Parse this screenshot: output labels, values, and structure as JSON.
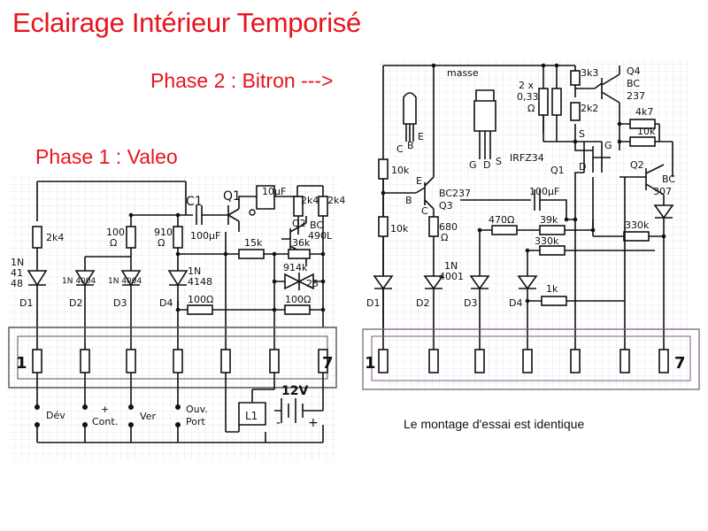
{
  "title": "Eclairage Intérieur Temporisé",
  "phase2": {
    "label": "Phase 2 : Bitron --->",
    "labels": {
      "masse": "masse",
      "r_3k3": "3k3",
      "q4": "Q4",
      "q4_type1": "BC",
      "q4_type2": "237",
      "cap_2x": "2 x",
      "cap_033": "0,33",
      "cap_ohm": "Ω",
      "r_2k2": "2k2",
      "r_4k7": "4k7",
      "r_10k_a": "10k",
      "q2": "Q2",
      "q2_type1": "BC",
      "q2_type2": "307",
      "pin_s": "S",
      "pin_g": "G",
      "pin_d": "D",
      "mosfet": "IRFZ34",
      "q1": "Q1",
      "pkg_g": "G",
      "pkg_d": "D",
      "pkg_s": "S",
      "to92_c": "C",
      "to92_b": "B",
      "to92_e": "E",
      "r_10k_b": "10k",
      "q3_c": "C",
      "q3_b": "B",
      "q3_e": "E",
      "q3_type": "BC237",
      "q3": "Q3",
      "cap_100uf": "100µF",
      "r_10k_c": "10k",
      "r_680": "680",
      "r_680_ohm": "Ω",
      "r_470": "470Ω",
      "r_39k": "39k",
      "r_330k_a": "330k",
      "r_330k_b": "330k",
      "d2_type1": "1N",
      "d2_type2": "4001",
      "r_1k": "1k",
      "d1": "D1",
      "d2": "D2",
      "d3": "D3",
      "d4": "D4",
      "pin1": "1",
      "pin7": "7"
    }
  },
  "phase1": {
    "label": "Phase 1 : Valeo",
    "labels": {
      "c1": "C1",
      "q1": "Q1",
      "cap_10uf": "10µF",
      "r_2k4_a": "2k4",
      "r_2k4_b": "2k4",
      "q2": "Q2",
      "q2_type1": "BC",
      "q2_type2": "490L",
      "r_2k4_left": "2k4",
      "r_100": "100",
      "r_100_ohm": "Ω",
      "r_910": "910",
      "r_910_ohm": "Ω",
      "cap_100uf": "100µF",
      "r_15k": "15k",
      "r_36k": "36k",
      "d1_type1": "1N",
      "d1_type2": "41",
      "d1_type3": "48",
      "d2_type": "1N 4004",
      "d3_type": "1N 4004",
      "d4_type1": "1N",
      "d4_type2": "4148",
      "r_914k": "914k",
      "r_25": "25",
      "r_100_a": "100Ω",
      "r_100_b": "100Ω",
      "d1": "D1",
      "d2": "D2",
      "d3": "D3",
      "d4": "D4",
      "pin1": "1",
      "pin7": "7",
      "sw_dev": "Dév",
      "sw_cont_plus": "+",
      "sw_cont": "Cont.",
      "sw_ver": "Ver",
      "sw_ouv": "Ouv.",
      "sw_port": "Port",
      "lamp": "L1",
      "bat": "12V",
      "bat_minus": "-",
      "bat_plus": "+"
    }
  },
  "note": "Le montage d'essai est identique"
}
